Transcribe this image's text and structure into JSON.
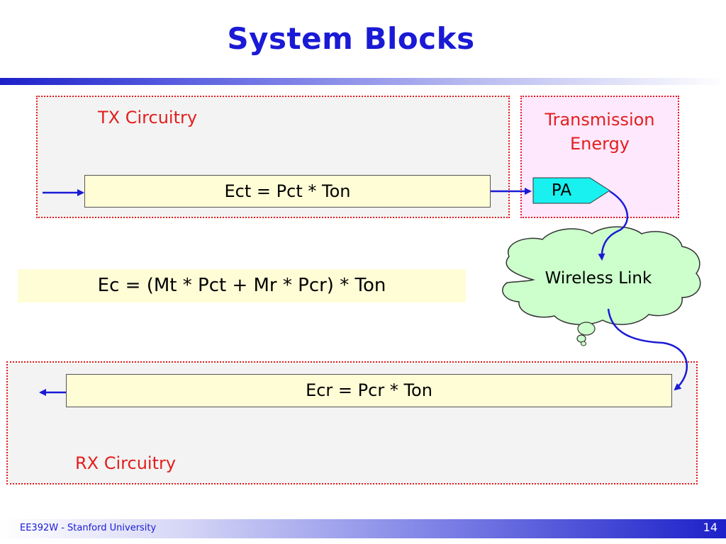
{
  "slide": {
    "title": "System Blocks",
    "footer": "EE392W - Stanford University",
    "page_number": "14"
  },
  "tx": {
    "label": "TX Circuitry",
    "equation": "Ect = Pct * Ton"
  },
  "transmission": {
    "label_line1": "Transmission",
    "label_line2": "Energy",
    "pa_label": "PA"
  },
  "combined": {
    "equation": "Ec = (Mt * Pct + Mr * Pcr) * Ton"
  },
  "wireless": {
    "label": "Wireless Link"
  },
  "rx": {
    "label": "RX Circuitry",
    "equation": "Ecr = Pcr * Ton"
  },
  "colors": {
    "title_blue": "#1a1ad6",
    "region_border_red": "#e31e1e",
    "equation_fill": "#fffdd6",
    "pa_fill": "#19f0f0",
    "cloud_fill": "#ccffcc",
    "arrow_blue": "#1a1ad6"
  }
}
